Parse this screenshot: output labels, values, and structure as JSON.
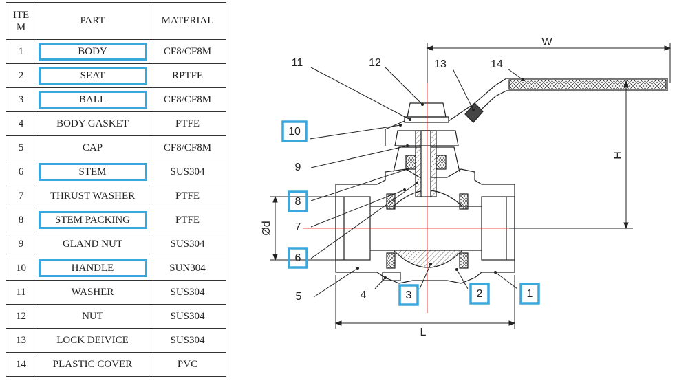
{
  "highlight_color": "#3aa7dd",
  "table": {
    "headers": {
      "item": "ITEM",
      "part": "PART",
      "material": "MATERIAL"
    },
    "rows": [
      {
        "item": "1",
        "part": "BODY",
        "material": "CF8/CF8M",
        "highlighted": true
      },
      {
        "item": "2",
        "part": "SEAT",
        "material": "RPTFE",
        "highlighted": true
      },
      {
        "item": "3",
        "part": "BALL",
        "material": "CF8/CF8M",
        "highlighted": true
      },
      {
        "item": "4",
        "part": "BODY GASKET",
        "material": "PTFE",
        "highlighted": false
      },
      {
        "item": "5",
        "part": "CAP",
        "material": "CF8/CF8M",
        "highlighted": false
      },
      {
        "item": "6",
        "part": "STEM",
        "material": "SUS304",
        "highlighted": true
      },
      {
        "item": "7",
        "part": "THRUST WASHER",
        "material": "PTFE",
        "highlighted": false
      },
      {
        "item": "8",
        "part": "STEM PACKING",
        "material": "PTFE",
        "highlighted": true
      },
      {
        "item": "9",
        "part": "GLAND NUT",
        "material": "SUS304",
        "highlighted": false
      },
      {
        "item": "10",
        "part": "HANDLE",
        "material": "SUN304",
        "highlighted": true
      },
      {
        "item": "11",
        "part": "WASHER",
        "material": "SUS304",
        "highlighted": false
      },
      {
        "item": "12",
        "part": "NUT",
        "material": "SUS304",
        "highlighted": false
      },
      {
        "item": "13",
        "part": "LOCK DEIVICE",
        "material": "SUS304",
        "highlighted": false
      },
      {
        "item": "14",
        "part": "PLASTIC COVER",
        "material": "PVC",
        "highlighted": false
      }
    ]
  },
  "drawing": {
    "dimensions": {
      "width": "W",
      "height": "H",
      "diameter": "Ød",
      "length": "L"
    },
    "callouts": [
      {
        "id": "1",
        "highlighted": true
      },
      {
        "id": "2",
        "highlighted": true
      },
      {
        "id": "3",
        "highlighted": true
      },
      {
        "id": "4",
        "highlighted": false
      },
      {
        "id": "5",
        "highlighted": false
      },
      {
        "id": "6",
        "highlighted": true
      },
      {
        "id": "7",
        "highlighted": false
      },
      {
        "id": "8",
        "highlighted": true
      },
      {
        "id": "9",
        "highlighted": false
      },
      {
        "id": "10",
        "highlighted": true
      },
      {
        "id": "11",
        "highlighted": false
      },
      {
        "id": "12",
        "highlighted": false
      },
      {
        "id": "13",
        "highlighted": false
      },
      {
        "id": "14",
        "highlighted": false
      }
    ]
  }
}
